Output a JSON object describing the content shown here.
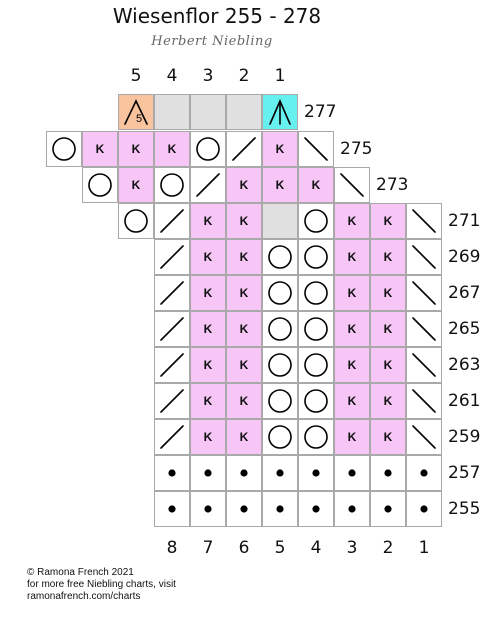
{
  "title": "Wiesenflor 255 - 278",
  "author": "Herbert Niebling",
  "top_numbers": [
    "5",
    "4",
    "3",
    "2",
    "1"
  ],
  "bottom_numbers": [
    "8",
    "7",
    "6",
    "5",
    "4",
    "3",
    "2",
    "1"
  ],
  "rows": [
    {
      "label": "277",
      "cells": [
        {
          "symbol": "k5tog",
          "color": "orange",
          "text": "5"
        },
        {
          "symbol": "none",
          "color": "gray"
        },
        {
          "symbol": "none",
          "color": "gray"
        },
        {
          "symbol": "none",
          "color": "gray"
        },
        {
          "symbol": "k3tog",
          "color": "cyan"
        }
      ]
    },
    {
      "label": "275",
      "cells": [
        {
          "symbol": "yo"
        },
        {
          "symbol": "k",
          "color": "pink",
          "text": "K"
        },
        {
          "symbol": "k",
          "color": "pink",
          "text": "K"
        },
        {
          "symbol": "k",
          "color": "pink",
          "text": "K"
        },
        {
          "symbol": "yo"
        },
        {
          "symbol": "k2tog"
        },
        {
          "symbol": "k",
          "color": "pink",
          "text": "K"
        },
        {
          "symbol": "ssk"
        }
      ]
    },
    {
      "label": "273",
      "cells": [
        {
          "symbol": "yo"
        },
        {
          "symbol": "k",
          "color": "pink",
          "text": "K"
        },
        {
          "symbol": "yo"
        },
        {
          "symbol": "k2tog"
        },
        {
          "symbol": "k",
          "color": "pink",
          "text": "K"
        },
        {
          "symbol": "k",
          "color": "pink",
          "text": "K"
        },
        {
          "symbol": "k",
          "color": "pink",
          "text": "K"
        },
        {
          "symbol": "ssk"
        }
      ]
    },
    {
      "label": "271",
      "cells": [
        {
          "symbol": "yo"
        },
        {
          "symbol": "k2tog"
        },
        {
          "symbol": "k",
          "color": "pink",
          "text": "K"
        },
        {
          "symbol": "k",
          "color": "pink",
          "text": "K"
        },
        {
          "symbol": "none",
          "color": "gray"
        },
        {
          "symbol": "yo"
        },
        {
          "symbol": "k",
          "color": "pink",
          "text": "K"
        },
        {
          "symbol": "k",
          "color": "pink",
          "text": "K"
        },
        {
          "symbol": "ssk"
        }
      ]
    },
    {
      "label": "269",
      "cells": [
        {
          "symbol": "k2tog"
        },
        {
          "symbol": "k",
          "color": "pink",
          "text": "K"
        },
        {
          "symbol": "k",
          "color": "pink",
          "text": "K"
        },
        {
          "symbol": "yo"
        },
        {
          "symbol": "yo"
        },
        {
          "symbol": "k",
          "color": "pink",
          "text": "K"
        },
        {
          "symbol": "k",
          "color": "pink",
          "text": "K"
        },
        {
          "symbol": "ssk"
        }
      ]
    },
    {
      "label": "267",
      "cells": [
        {
          "symbol": "k2tog"
        },
        {
          "symbol": "k",
          "color": "pink",
          "text": "K"
        },
        {
          "symbol": "k",
          "color": "pink",
          "text": "K"
        },
        {
          "symbol": "yo"
        },
        {
          "symbol": "yo"
        },
        {
          "symbol": "k",
          "color": "pink",
          "text": "K"
        },
        {
          "symbol": "k",
          "color": "pink",
          "text": "K"
        },
        {
          "symbol": "ssk"
        }
      ]
    },
    {
      "label": "265",
      "cells": [
        {
          "symbol": "k2tog"
        },
        {
          "symbol": "k",
          "color": "pink",
          "text": "K"
        },
        {
          "symbol": "k",
          "color": "pink",
          "text": "K"
        },
        {
          "symbol": "yo"
        },
        {
          "symbol": "yo"
        },
        {
          "symbol": "k",
          "color": "pink",
          "text": "K"
        },
        {
          "symbol": "k",
          "color": "pink",
          "text": "K"
        },
        {
          "symbol": "ssk"
        }
      ]
    },
    {
      "label": "263",
      "cells": [
        {
          "symbol": "k2tog"
        },
        {
          "symbol": "k",
          "color": "pink",
          "text": "K"
        },
        {
          "symbol": "k",
          "color": "pink",
          "text": "K"
        },
        {
          "symbol": "yo"
        },
        {
          "symbol": "yo"
        },
        {
          "symbol": "k",
          "color": "pink",
          "text": "K"
        },
        {
          "symbol": "k",
          "color": "pink",
          "text": "K"
        },
        {
          "symbol": "ssk"
        }
      ]
    },
    {
      "label": "261",
      "cells": [
        {
          "symbol": "k2tog"
        },
        {
          "symbol": "k",
          "color": "pink",
          "text": "K"
        },
        {
          "symbol": "k",
          "color": "pink",
          "text": "K"
        },
        {
          "symbol": "yo"
        },
        {
          "symbol": "yo"
        },
        {
          "symbol": "k",
          "color": "pink",
          "text": "K"
        },
        {
          "symbol": "k",
          "color": "pink",
          "text": "K"
        },
        {
          "symbol": "ssk"
        }
      ]
    },
    {
      "label": "259",
      "cells": [
        {
          "symbol": "k2tog"
        },
        {
          "symbol": "k",
          "color": "pink",
          "text": "K"
        },
        {
          "symbol": "k",
          "color": "pink",
          "text": "K"
        },
        {
          "symbol": "yo"
        },
        {
          "symbol": "yo"
        },
        {
          "symbol": "k",
          "color": "pink",
          "text": "K"
        },
        {
          "symbol": "k",
          "color": "pink",
          "text": "K"
        },
        {
          "symbol": "ssk"
        }
      ]
    },
    {
      "label": "257",
      "cells": [
        {
          "symbol": "purl"
        },
        {
          "symbol": "purl"
        },
        {
          "symbol": "purl"
        },
        {
          "symbol": "purl"
        },
        {
          "symbol": "purl"
        },
        {
          "symbol": "purl"
        },
        {
          "symbol": "purl"
        },
        {
          "symbol": "purl"
        }
      ]
    },
    {
      "label": "255",
      "cells": [
        {
          "symbol": "purl"
        },
        {
          "symbol": "purl"
        },
        {
          "symbol": "purl"
        },
        {
          "symbol": "purl"
        },
        {
          "symbol": "purl"
        },
        {
          "symbol": "purl"
        },
        {
          "symbol": "purl"
        },
        {
          "symbol": "purl"
        }
      ]
    }
  ],
  "colors": {
    "pink": "#f7c6f6",
    "gray": "#e0e0e0",
    "orange": "#f9c49d",
    "cyan": "#66f0ef"
  },
  "copyright": {
    "line1": "© Ramona French 2021",
    "line2": "for more free Niebling charts, visit",
    "line3": "ramonafrench.com/charts"
  }
}
